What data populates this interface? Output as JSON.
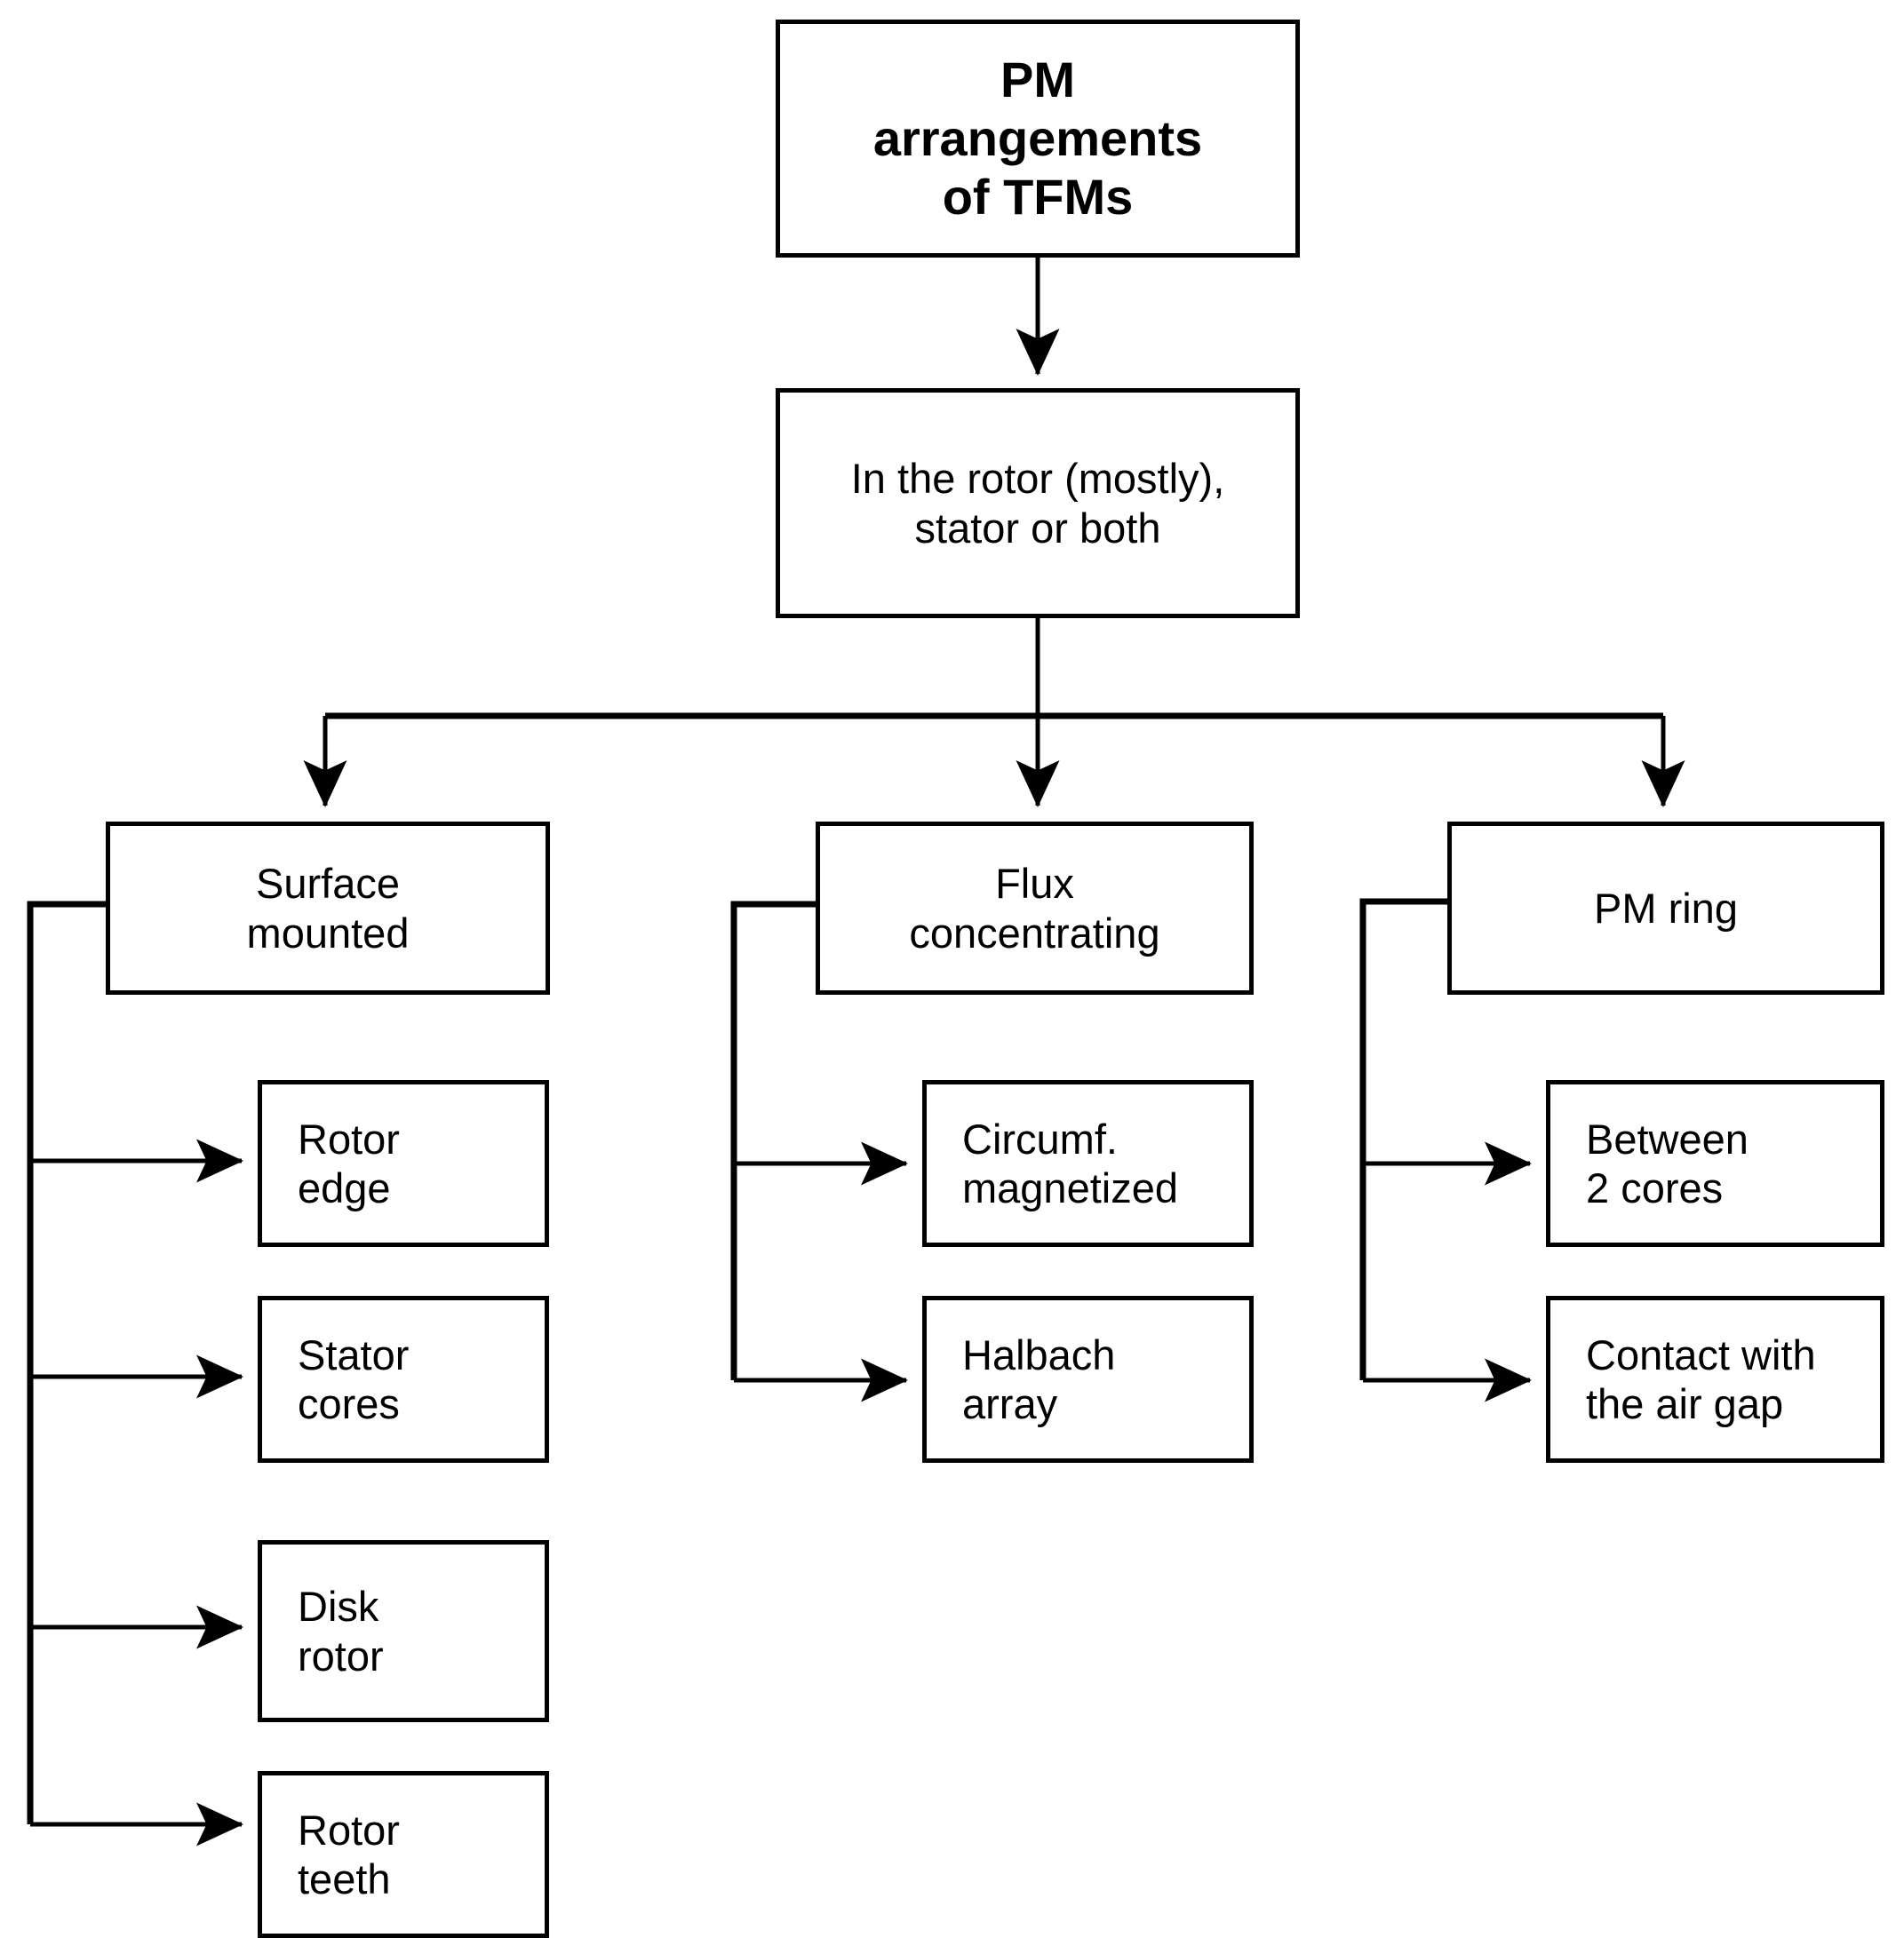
{
  "diagram": {
    "title": "PM arrangements of TFMs",
    "type": "flowchart-tree",
    "orientation": "top-down-then-left-branching",
    "colors": {
      "background": "#ffffff",
      "box_border": "#000000",
      "box_fill": "#ffffff",
      "text": "#000000",
      "connector": "#000000"
    },
    "root": {
      "label": "PM\narrangements\nof TFMs"
    },
    "level2": {
      "label": "In the rotor (mostly),\nstator or both"
    },
    "categories": [
      {
        "id": "surface-mounted",
        "label": "Surface\nmounted",
        "children": [
          {
            "id": "rotor-edge",
            "label": "Rotor\nedge"
          },
          {
            "id": "stator-cores",
            "label": "Stator\ncores"
          },
          {
            "id": "disk-rotor",
            "label": "Disk\nrotor"
          },
          {
            "id": "rotor-teeth",
            "label": "Rotor\nteeth"
          }
        ]
      },
      {
        "id": "flux-concentrating",
        "label": "Flux\nconcentrating",
        "children": [
          {
            "id": "circumf-magnetized",
            "label": "Circumf.\nmagnetized"
          },
          {
            "id": "halbach-array",
            "label": "Halbach\narray"
          }
        ]
      },
      {
        "id": "pm-ring",
        "label": "PM ring",
        "children": [
          {
            "id": "between-2-cores",
            "label": "Between\n2 cores"
          },
          {
            "id": "contact-with-air-gap",
            "label": "Contact with\nthe air gap"
          }
        ]
      }
    ]
  }
}
